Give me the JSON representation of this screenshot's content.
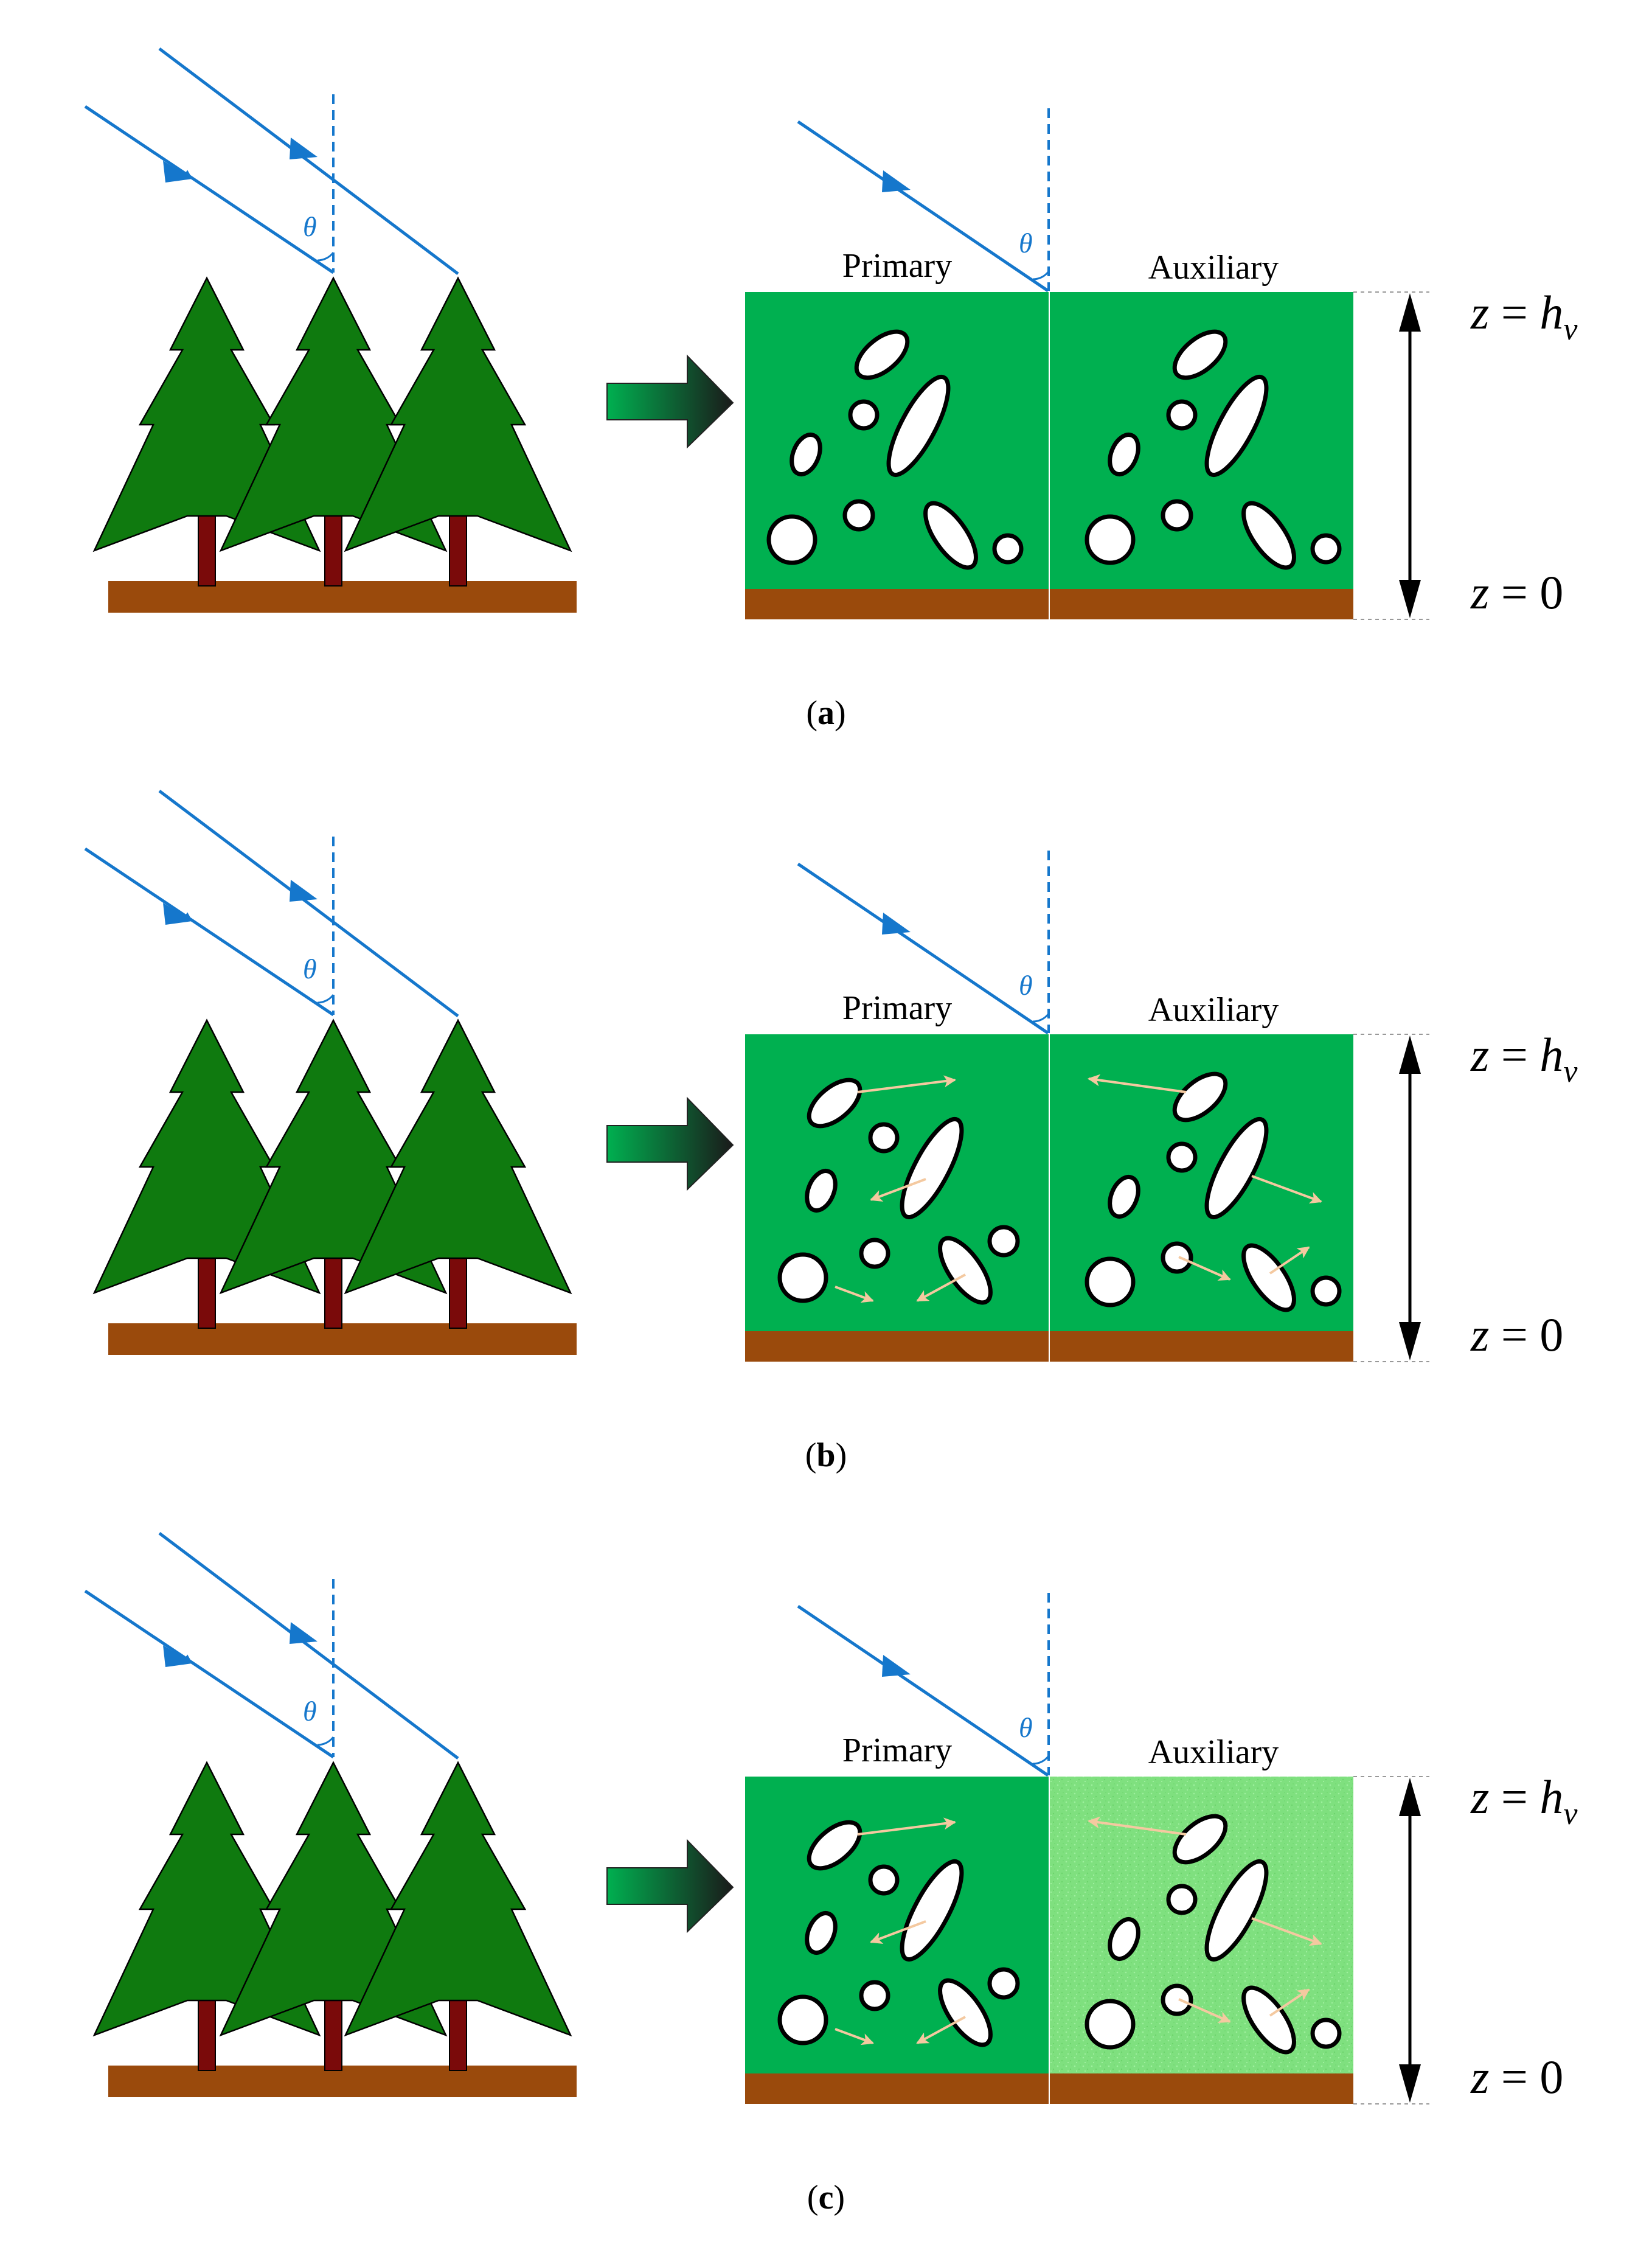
{
  "colors": {
    "ray": "#1577cc",
    "tree": "#0f7a0f",
    "trunk": "#7a0a0a",
    "ground": "#9a4a0c",
    "canopy": "#00b050",
    "canopy_light": "#7fe07f",
    "ellipse_fill": "#ffffff",
    "ellipse_stroke": "#000000",
    "motion_arrow": "#f4c9a0",
    "transform_arrow_start": "#00b050",
    "transform_arrow_end": "#1a1a1a"
  },
  "icons": {
    "tree": "conifer-tree-icon",
    "transform_arrow": "right-arrow-icon",
    "height_arrow": "double-headed-arrow-icon"
  },
  "labels": {
    "theta": "θ",
    "primary": "Primary",
    "auxiliary": "Auxiliary",
    "z_top_prefix": "z = h",
    "z_top_sub": "v",
    "z_bottom": "z = 0"
  },
  "panels": [
    {
      "id": "a",
      "caption_open": "(",
      "caption_letter": "a",
      "caption_close": ")",
      "motion": false,
      "auxiliary_light": false
    },
    {
      "id": "b",
      "caption_open": "(",
      "caption_letter": "b",
      "caption_close": ")",
      "motion": true,
      "auxiliary_light": false
    },
    {
      "id": "c",
      "caption_open": "(",
      "caption_letter": "c",
      "caption_close": ")",
      "motion": true,
      "auxiliary_light": true
    }
  ]
}
